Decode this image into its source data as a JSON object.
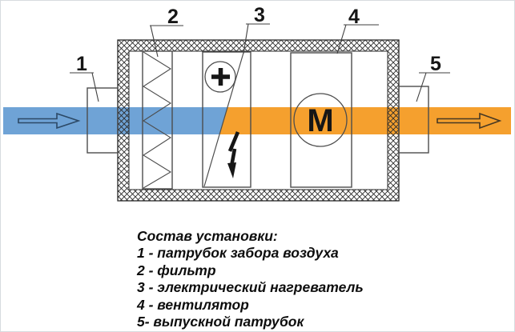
{
  "colors": {
    "supply_air": "#6FA3D6",
    "heated_air": "#F5A02E",
    "component_line": "#4D4D4D",
    "hatch_line": "#2A2A2A",
    "text": "#0D0D0D"
  },
  "diagram": {
    "callouts": [
      {
        "number": "1"
      },
      {
        "number": "2"
      },
      {
        "number": "3"
      },
      {
        "number": "4"
      },
      {
        "number": "5"
      }
    ],
    "motor_label": "M",
    "icons": {
      "heater_polarity": "plus-icon",
      "heater_power": "lightning-bolt-icon",
      "flow_in": "arrow-right-outline-icon",
      "flow_out": "arrow-right-outline-icon"
    }
  },
  "legend": {
    "title": "Состав установки:",
    "items": [
      "1 - патрубок забора воздуха",
      "2 - фильтр",
      "3 - электрический нагреватель",
      "4 - вентилятор",
      "5- выпускной патрубок"
    ]
  }
}
